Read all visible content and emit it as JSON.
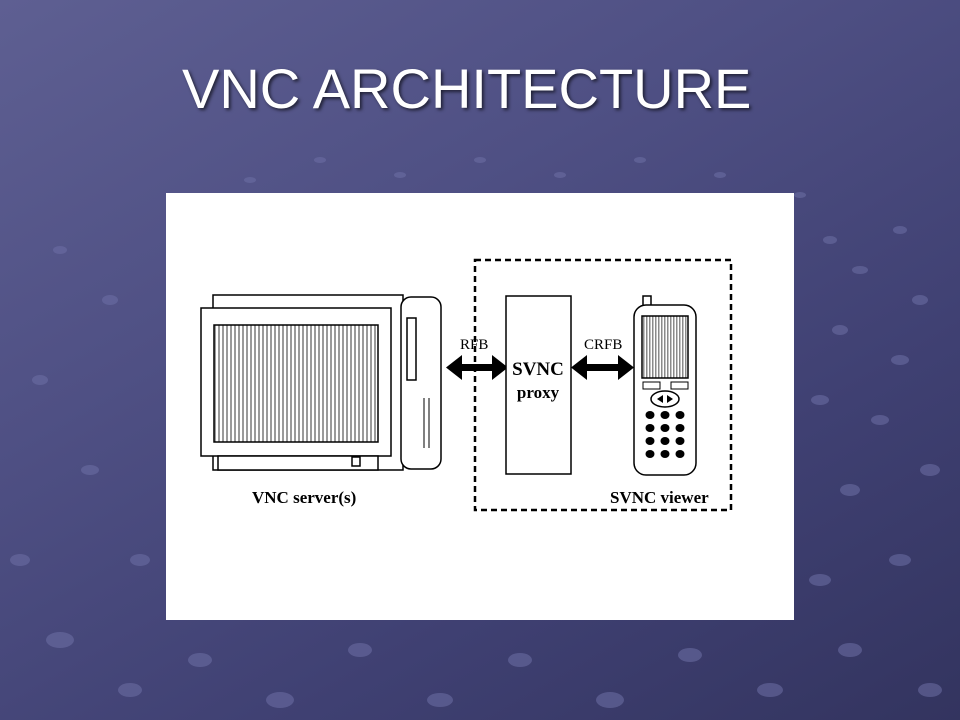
{
  "slide": {
    "title": "VNC ARCHITECTURE"
  },
  "diagram": {
    "server_label": "VNC server(s)",
    "proxy_line1": "SVNC",
    "proxy_line2": "proxy",
    "viewer_label": "SVNC viewer",
    "link_left_label": "RFB",
    "link_right_label": "CRFB"
  },
  "colors": {
    "background": "#4f5084",
    "title": "#ffffff",
    "figure_background": "#ffffff",
    "ink": "#000000"
  }
}
